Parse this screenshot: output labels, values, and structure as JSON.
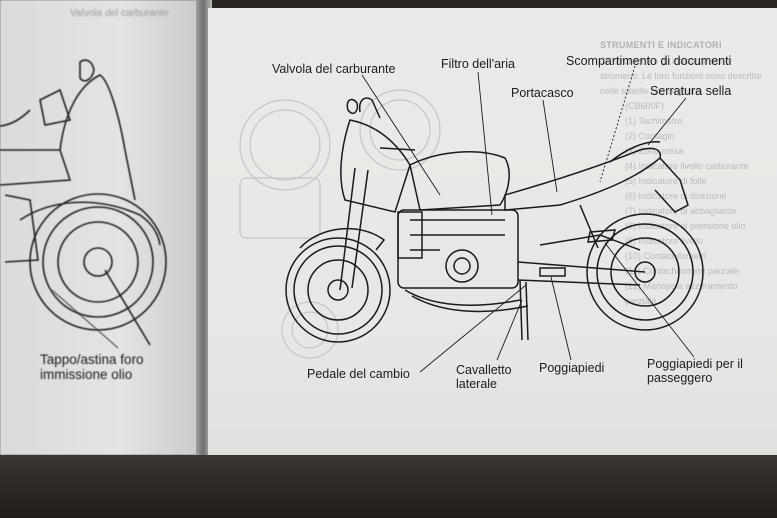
{
  "right_page": {
    "labels": {
      "valvola_carburante": "Valvola del carburante",
      "filtro_aria": "Filtro dell'aria",
      "scomparto_documenti": "Scompartimento di documenti",
      "portacasco": "Portacasco",
      "serratura_sella": "Serratura sella",
      "pedale_cambio": "Pedale del cambio",
      "cavalletto_laterale": "Cavalletto laterale",
      "poggiapiedi": "Poggiapiedi",
      "poggiapiedi_passeggero": "Poggiapiedi per il passeggero"
    },
    "ghost_text": {
      "header": "STRUMENTI E INDICATORI",
      "lines": [
        "Gli strumenti e gli indicatori sono",
        "strumenti. Le loro funzioni sono descritte",
        "nelle tabelle che seguono.",
        "(CB600F)",
        "(1) Tachimetro",
        "(2) Contagiri",
        "(3) Zona rossa",
        "(4) Indicatore livello carburante",
        "(5) Indicatore di folle",
        "(6) Indicatore di direzione",
        "(7) Indicatore di abbagliante",
        "(8) Indicatore di pressione olio",
        "(9) Indicatore livello",
        "(10) Contachilometri",
        "(11) Contachilometri parziale",
        "(12) Manopola azzeramento",
        "parziale"
      ]
    }
  },
  "left_page": {
    "labels": {
      "tappo_astina": "Tappo/astina foro immissione olio",
      "top_blur": "Valvola del carburante"
    }
  },
  "colors": {
    "page": "#e8eae7",
    "ink": "#1c1c1c",
    "table": "#2a2622"
  }
}
